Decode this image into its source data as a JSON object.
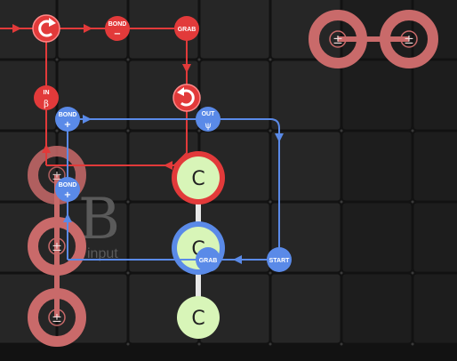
{
  "palette": {
    "red_waldo": "#e23a3a",
    "blue_waldo": "#5a8ae8",
    "bonder": "#c96a6a",
    "atom_fill": "#d8f5b8",
    "grid_cell": "#262626",
    "grid_cell_dark": "#1d1d1d"
  },
  "input_zone": {
    "glyph": "B",
    "label": "input"
  },
  "bonders": [
    {
      "symbol": "±"
    },
    {
      "symbol": "±"
    },
    {
      "symbol": "±"
    },
    {
      "symbol": "±"
    },
    {
      "symbol": "±"
    }
  ],
  "atoms": [
    {
      "element": "C"
    },
    {
      "element": "C"
    },
    {
      "element": "C"
    }
  ],
  "red_instructions": [
    {
      "icon": "rotate-ccw-icon",
      "label": ""
    },
    {
      "icon": "bond-minus-icon",
      "label": "BOND",
      "sub": "−"
    },
    {
      "icon": "grab-icon",
      "label": "GRAB"
    },
    {
      "icon": "in-beta-icon",
      "label": "IN",
      "sub": "β"
    },
    {
      "icon": "rotate-cw-icon",
      "label": ""
    }
  ],
  "blue_instructions": [
    {
      "icon": "bond-plus-icon",
      "label": "BOND",
      "sub": "+"
    },
    {
      "icon": "out-psi-icon",
      "label": "OUT",
      "sub": "ψ"
    },
    {
      "icon": "bond-plus-icon",
      "label": "BOND",
      "sub": "+"
    },
    {
      "icon": "grab-icon",
      "label": "GRAB"
    },
    {
      "icon": "start-icon",
      "label": "START"
    }
  ]
}
